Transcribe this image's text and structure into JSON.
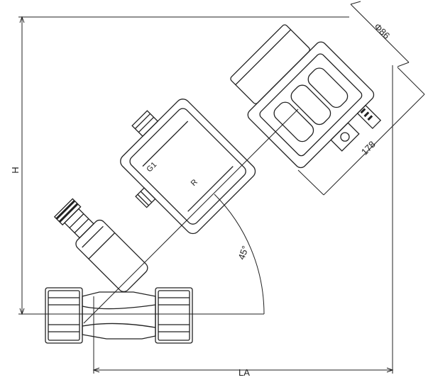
{
  "drawing": {
    "title": "",
    "labels": {
      "height": "H",
      "length": "LA",
      "diameter": "Φ86",
      "actuator_length": "178",
      "angle": "45°",
      "port": "G1",
      "radius": "R"
    },
    "colors": {
      "line": "#222222",
      "background": "#ffffff"
    }
  }
}
